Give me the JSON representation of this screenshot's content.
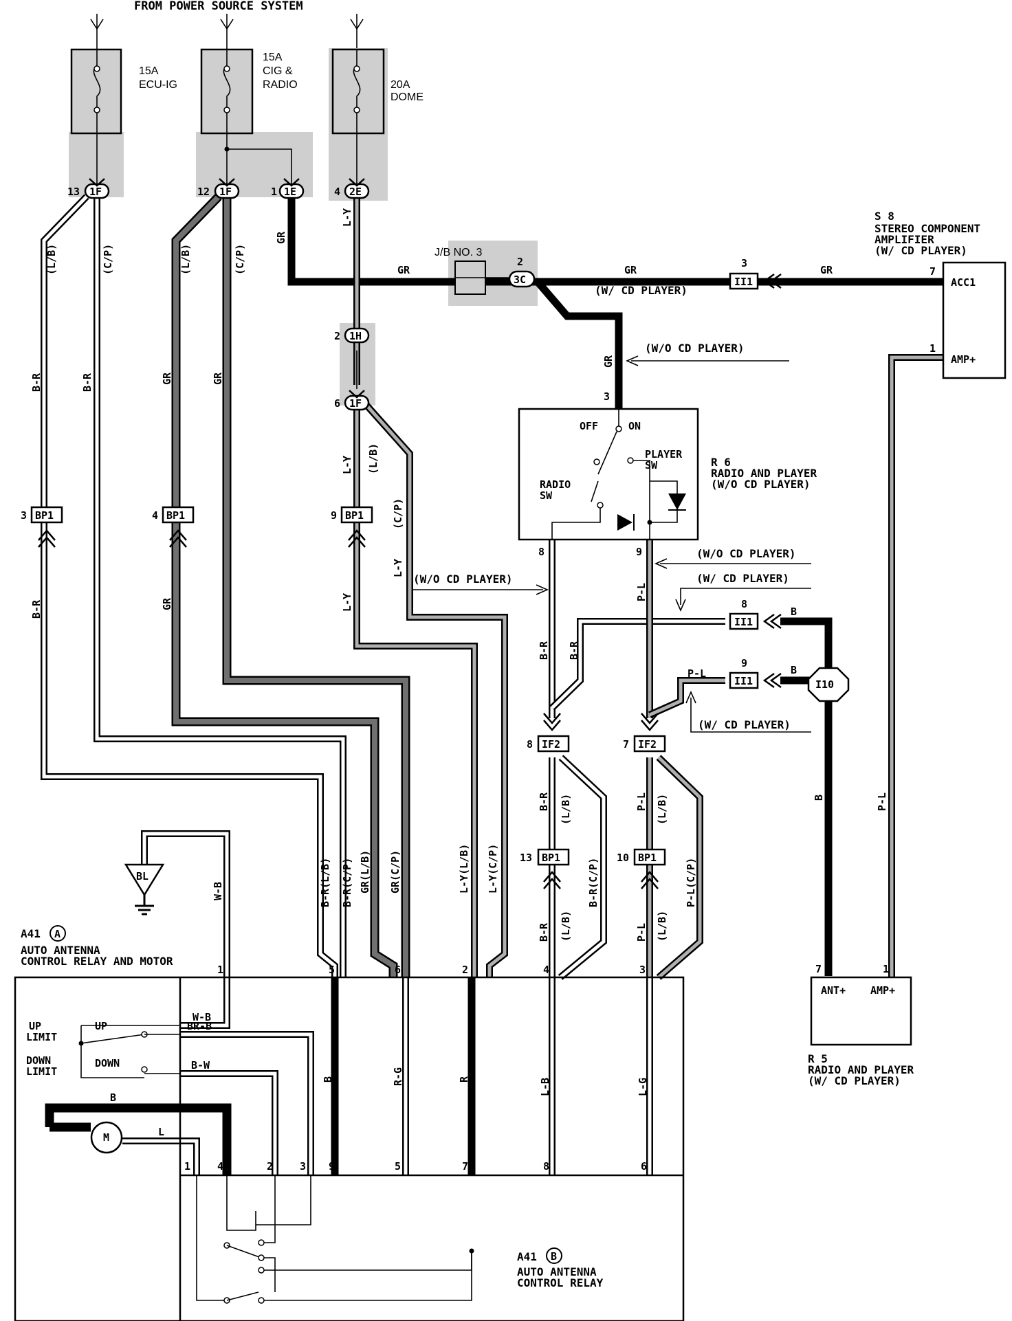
{
  "header": {
    "power_source": "FROM POWER SOURCE SYSTEM"
  },
  "fuses": [
    {
      "amp": "15A",
      "name_line1": "ECU-IG",
      "name_line2": ""
    },
    {
      "amp": "15A",
      "name_line1": "CIG &",
      "name_line2": "RADIO"
    },
    {
      "amp": "20A",
      "name_line1": "DOME",
      "name_line2": ""
    }
  ],
  "connectors": {
    "c1F_a": {
      "pin": "13",
      "id": "1F"
    },
    "c1F_b": {
      "pin": "12",
      "id": "1F"
    },
    "c1E": {
      "pin": "1",
      "id": "1E"
    },
    "c2E": {
      "pin": "4",
      "id": "2E"
    },
    "c1H": {
      "pin": "2",
      "id": "1H"
    },
    "c1F_c": {
      "pin": "6",
      "id": "1F"
    },
    "c3C": {
      "pin": "2",
      "id": "3C"
    },
    "ii1_top": {
      "pin": "3",
      "id": "II1"
    },
    "ii1_8": {
      "pin": "8",
      "id": "II1"
    },
    "ii1_9": {
      "pin": "9",
      "id": "II1"
    },
    "i10": {
      "id": "I10"
    },
    "bp1_3": {
      "pin": "3",
      "id": "BP1"
    },
    "bp1_4": {
      "pin": "4",
      "id": "BP1"
    },
    "bp1_9": {
      "pin": "9",
      "id": "BP1"
    },
    "bp1_13": {
      "pin": "13",
      "id": "BP1"
    },
    "bp1_10": {
      "pin": "10",
      "id": "BP1"
    },
    "if2_8": {
      "pin": "8",
      "id": "IF2"
    },
    "if2_7": {
      "pin": "7",
      "id": "IF2"
    }
  },
  "junction_block": "J/B NO. 3",
  "wires": {
    "gr": "GR",
    "ly": "L-Y",
    "lb": "(L/B)",
    "cp": "(C/P)",
    "br": "B-R",
    "b": "B",
    "pl": "P-L",
    "wb": "W-B",
    "brb": "BR-B",
    "bw": "B-W",
    "l": "L",
    "rg": "R-G",
    "r": "R",
    "lbw": "L-B",
    "lg": "L-G",
    "br_lb": "B-R(L/B)",
    "br_cp": "B-R(C/P)",
    "gr_lb": "GR(L/B)",
    "gr_cp": "GR(C/P)",
    "ly_lb": "L-Y(L/B)",
    "ly_cp": "L-Y(C/P)",
    "pl_lb": "P-L(L/B)",
    "pl_cp": "P-L(C/P)"
  },
  "notes": {
    "w_cd": "(W/ CD PLAYER)",
    "wo_cd": "(W/O CD PLAYER)",
    "w_cd2": "(W/ CD PLAYER)",
    "wo_cd2": "(W/O CD PLAYER)",
    "wo_cd3": "(W/O CD PLAYER)",
    "w_cd3": "(W/ CD PLAYER)"
  },
  "s8": {
    "code": "S 8",
    "line1": "STEREO COMPONENT",
    "line2": "AMPLIFIER",
    "line3": "(W/ CD PLAYER)",
    "pin7": "7",
    "acc1": "ACC1",
    "pin1": "1",
    "ampplus": "AMP+"
  },
  "r6": {
    "code": "R 6",
    "line1": "RADIO AND PLAYER",
    "line2": "(W/O CD PLAYER)",
    "off": "OFF",
    "on": "ON",
    "player_sw1": "PLAYER",
    "player_sw2": "SW",
    "radio_sw1": "RADIO",
    "radio_sw2": "SW",
    "pin3": "3",
    "pin8": "8",
    "pin9": "9"
  },
  "r5": {
    "code": "R 5",
    "line1": "RADIO AND PLAYER",
    "line2": "(W/ CD PLAYER)",
    "ant": "ANT+",
    "amp": "AMP+",
    "pin7": "7",
    "pin1": "1"
  },
  "ground": {
    "id": "BL"
  },
  "a41a": {
    "code": "A41",
    "badge": "A",
    "line1": "AUTO ANTENNA",
    "line2": "CONTROL RELAY AND MOTOR",
    "up": "UP",
    "down": "DOWN",
    "up_limit1": "UP",
    "up_limit2": "LIMIT",
    "down_limit1": "DOWN",
    "down_limit2": "LIMIT",
    "motor": "M",
    "top_pins": [
      "1",
      "5",
      "6",
      "2",
      "4",
      "3"
    ],
    "bottom_pins": [
      "1",
      "4",
      "2",
      "3",
      "9",
      "5",
      "7",
      "8",
      "6"
    ]
  },
  "a41b": {
    "code": "A41",
    "badge": "B",
    "line1": "AUTO ANTENNA",
    "line2": "CONTROL RELAY"
  }
}
